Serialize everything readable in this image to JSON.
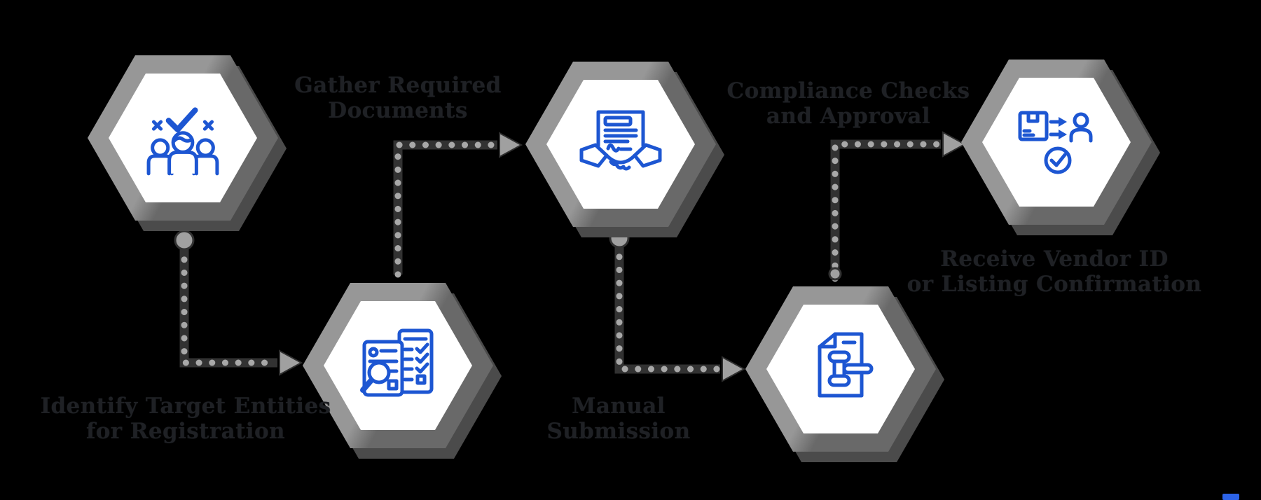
{
  "figure": {
    "type": "process-flow-diagram",
    "background_color": "#000000",
    "step_count": 5
  },
  "steps": [
    {
      "order": 1,
      "label_line1": "Identify Target Entities",
      "label_line2": "for Registration",
      "icon": "team-check-icon"
    },
    {
      "order": 2,
      "label_line1": "Gather Required",
      "label_line2": "Documents",
      "icon": "document-review-icon"
    },
    {
      "order": 3,
      "label_line1": "Manual",
      "label_line2": "Submission",
      "icon": "contract-handshake-icon"
    },
    {
      "order": 4,
      "label_line1": "Compliance Checks",
      "label_line2": "and Approval",
      "icon": "document-gavel-icon"
    },
    {
      "order": 5,
      "label_line1": "Receive Vendor ID",
      "label_line2": "or Listing Confirmation",
      "icon": "package-handoff-check-icon"
    }
  ],
  "colors": {
    "icon_blue": "#1d56d2",
    "hexagon_gray": "#979797",
    "hexagon_dark_gray": "#696969",
    "hexagon_drop_shadow": "#4b4b4b",
    "hexagon_face": "#ffffff",
    "connector_band_gray": "#323232",
    "connector_dot_gray": "#a8a8a8",
    "label_text": "#1f2125",
    "accent_chip_blue": "#2c63e8"
  }
}
